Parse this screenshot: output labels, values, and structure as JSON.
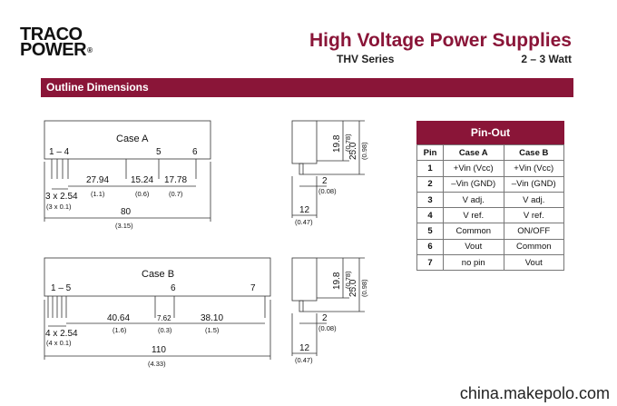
{
  "header": {
    "logo_line1": "TRACO",
    "logo_line2": "POWER",
    "logo_mark": "®",
    "title": "High Voltage Power Supplies",
    "series": "THV Series",
    "watt": "2 – 3 Watt"
  },
  "section": {
    "title": "Outline Dimensions"
  },
  "caseA": {
    "name": "Case A",
    "pins_left": "1 – 4",
    "pin5": "5",
    "pin6": "6",
    "pitch": "3 x 2.54",
    "pitch_in": "(3 x 0.1)",
    "d1": "27.94",
    "d1_in": "(1.1)",
    "d2": "15.24",
    "d2_in": "(0.6)",
    "d3": "17.78",
    "d3_in": "(0.7)",
    "length": "80",
    "length_in": "(3.15)"
  },
  "sideA": {
    "h1": "19.8",
    "h1_in": "(0.78)",
    "h2": "25.0",
    "h2_in": "(0.98)",
    "p": "2",
    "p_in": "(0.08)",
    "w": "12",
    "w_in": "(0.47)"
  },
  "caseB": {
    "name": "Case B",
    "pins_left": "1 – 5",
    "pin6": "6",
    "pin7": "7",
    "pitch": "4 x 2.54",
    "pitch_in": "(4 x 0.1)",
    "d1": "40.64",
    "d1_in": "(1.6)",
    "d2": "7.62",
    "d2_in": "(0.3)",
    "d3": "38.10",
    "d3_in": "(1.5)",
    "length": "110",
    "length_in": "(4.33)"
  },
  "sideB": {
    "h1": "19.8",
    "h1_in": "(0.78)",
    "h2": "25.0",
    "h2_in": "(0.98)",
    "p": "2",
    "p_in": "(0.08)",
    "w": "12",
    "w_in": "(0.47)"
  },
  "pinout": {
    "title": "Pin-Out",
    "headers": [
      "Pin",
      "Case A",
      "Case B"
    ],
    "rows": [
      [
        "1",
        "+Vin (Vcc)",
        "+Vin (Vcc)"
      ],
      [
        "2",
        "–Vin (GND)",
        "–Vin (GND)"
      ],
      [
        "3",
        "V adj.",
        "V adj."
      ],
      [
        "4",
        "V ref.",
        "V ref."
      ],
      [
        "5",
        "Common",
        "ON/OFF"
      ],
      [
        "6",
        "Vout",
        "Common"
      ],
      [
        "7",
        "no pin",
        "Vout"
      ]
    ]
  },
  "watermark": "china.makepolo.com",
  "colors": {
    "accent": "#8a1538"
  }
}
